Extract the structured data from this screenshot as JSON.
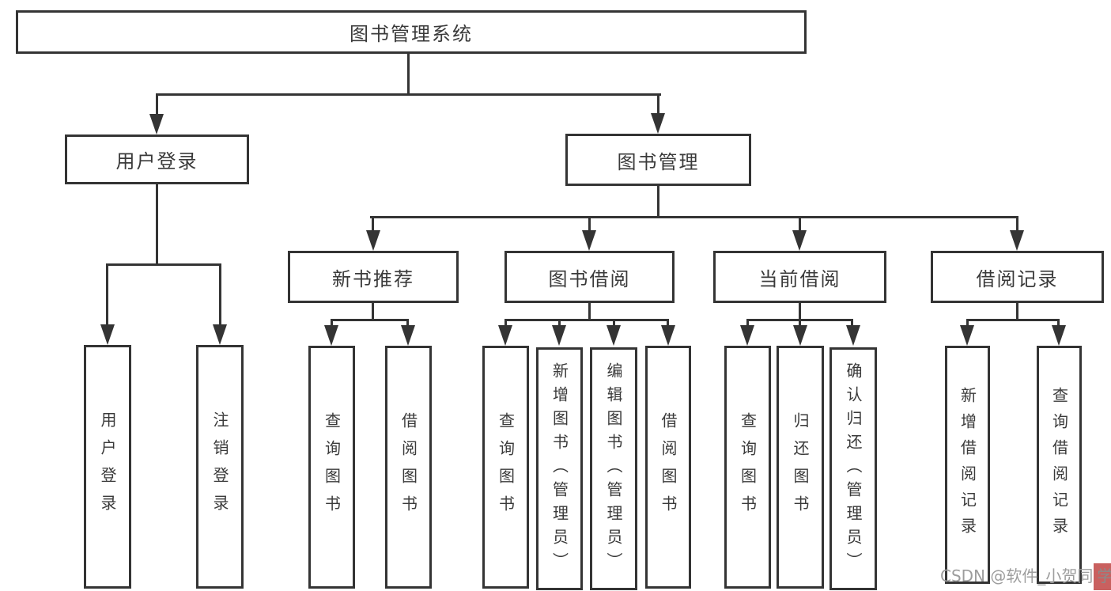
{
  "diagram": {
    "root_label": "图书管理系统",
    "level1": [
      {
        "label": "用户登录"
      },
      {
        "label": "图书管理"
      }
    ],
    "level2": [
      {
        "label": "新书推荐"
      },
      {
        "label": "图书借阅"
      },
      {
        "label": "当前借阅"
      },
      {
        "label": "借阅记录"
      }
    ],
    "leaves": [
      {
        "label": "用户登录"
      },
      {
        "label": "注销登录"
      },
      {
        "label": "查询图书"
      },
      {
        "label": "借阅图书"
      },
      {
        "label": "查询图书"
      },
      {
        "label": "新增图书（管理员）"
      },
      {
        "label": "编辑图书（管理员）"
      },
      {
        "label": "借阅图书"
      },
      {
        "label": "查询图书"
      },
      {
        "label": "归还图书"
      },
      {
        "label": "确认归还（管理员）"
      },
      {
        "label": "新增借阅记录"
      },
      {
        "label": "查询借阅记录"
      }
    ]
  },
  "watermark": {
    "text": "CSDN @软件_小贺同",
    "seal_char": "学"
  },
  "colors": {
    "line": "#343434",
    "text": "#3a3a3a",
    "box_bg": "#ffffff",
    "watermark_gray": "#9d9d9d",
    "watermark_red": "#c9605f"
  }
}
